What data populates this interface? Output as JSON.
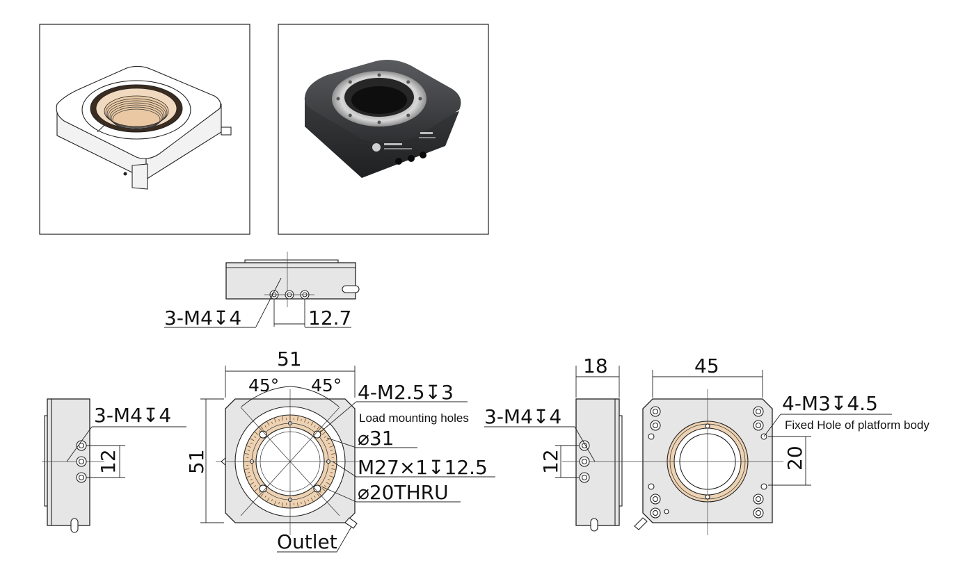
{
  "labels": {
    "side_holes": "3-M4↧4",
    "side_spacing": "12.7",
    "front_width": "51",
    "front_height": "51",
    "angle_left": "45°",
    "angle_right": "45°",
    "load_thread": "4-M2.5↧3",
    "load_desc": "Load mounting holes",
    "dia_outer": "⌀31",
    "thread_main": "M27×1↧12.5",
    "dia_thru": "⌀20THRU",
    "outlet": "Outlet",
    "left_holes": "3-M4↧4",
    "left_spacing": "12",
    "right_side_width": "18",
    "right_holes": "3-M4↧4",
    "right_spacing": "12",
    "bottom_width": "45",
    "fixed_thread": "4-M3↧4.5",
    "fixed_desc": "Fixed Hole of platform body",
    "bottom_spacing": "20"
  },
  "colors": {
    "body": "#e6e6e6",
    "bronze": "#edd2b3",
    "line": "#222222",
    "dark_body": "#3b3c3e"
  }
}
